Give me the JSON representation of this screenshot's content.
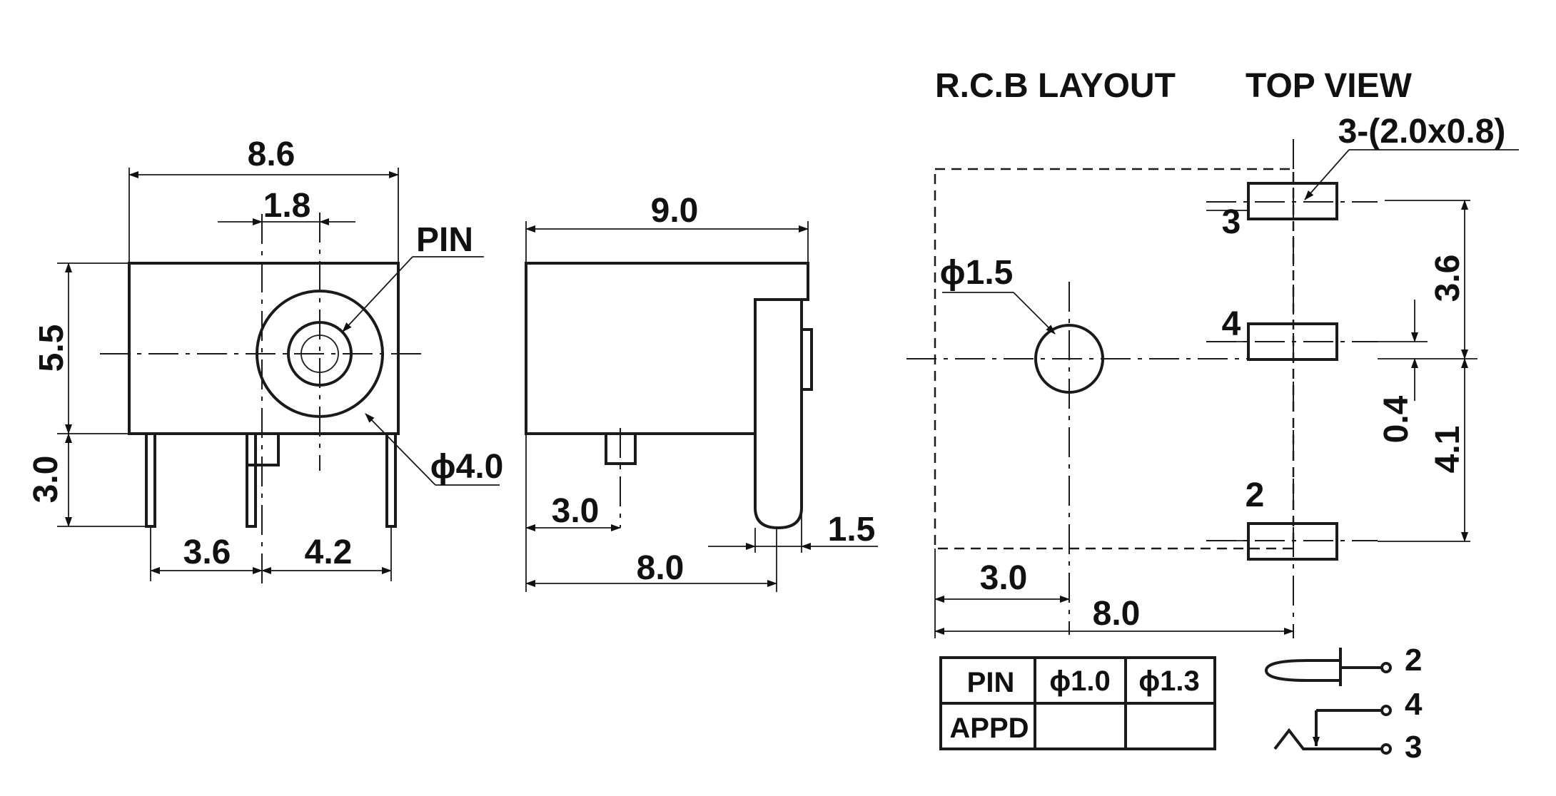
{
  "titles": {
    "pcb_layout": "R.C.B LAYOUT",
    "top_view": "TOP VIEW"
  },
  "front_view": {
    "dim_width": "8.6",
    "dim_center": "1.8",
    "dim_height": "5.5",
    "dim_pin_length": "3.0",
    "dim_left_pitch": "3.6",
    "dim_right_pitch": "4.2",
    "label_pin": "PIN",
    "label_outer_diameter": "ϕ4.0"
  },
  "side_view": {
    "dim_length": "9.0",
    "dim_pin_offset": "3.0",
    "dim_pin_spacing": "8.0",
    "dim_pin_width": "1.5"
  },
  "pcb_view": {
    "slot_label": "3-(2.0x0.8)",
    "hole_label": "ϕ1.5",
    "pin3": "3",
    "pin4": "4",
    "pin2": "2",
    "dim_upper": "3.6",
    "dim_offset": "0.4",
    "dim_lower": "4.1",
    "dim_hole_x": "3.0",
    "dim_total_x": "8.0"
  },
  "pin_table": {
    "headers": [
      "PIN",
      "ϕ1.0",
      "ϕ1.3"
    ],
    "row_label": "APPD"
  },
  "schematic": {
    "pin2": "2",
    "pin4": "4",
    "pin3": "3"
  }
}
